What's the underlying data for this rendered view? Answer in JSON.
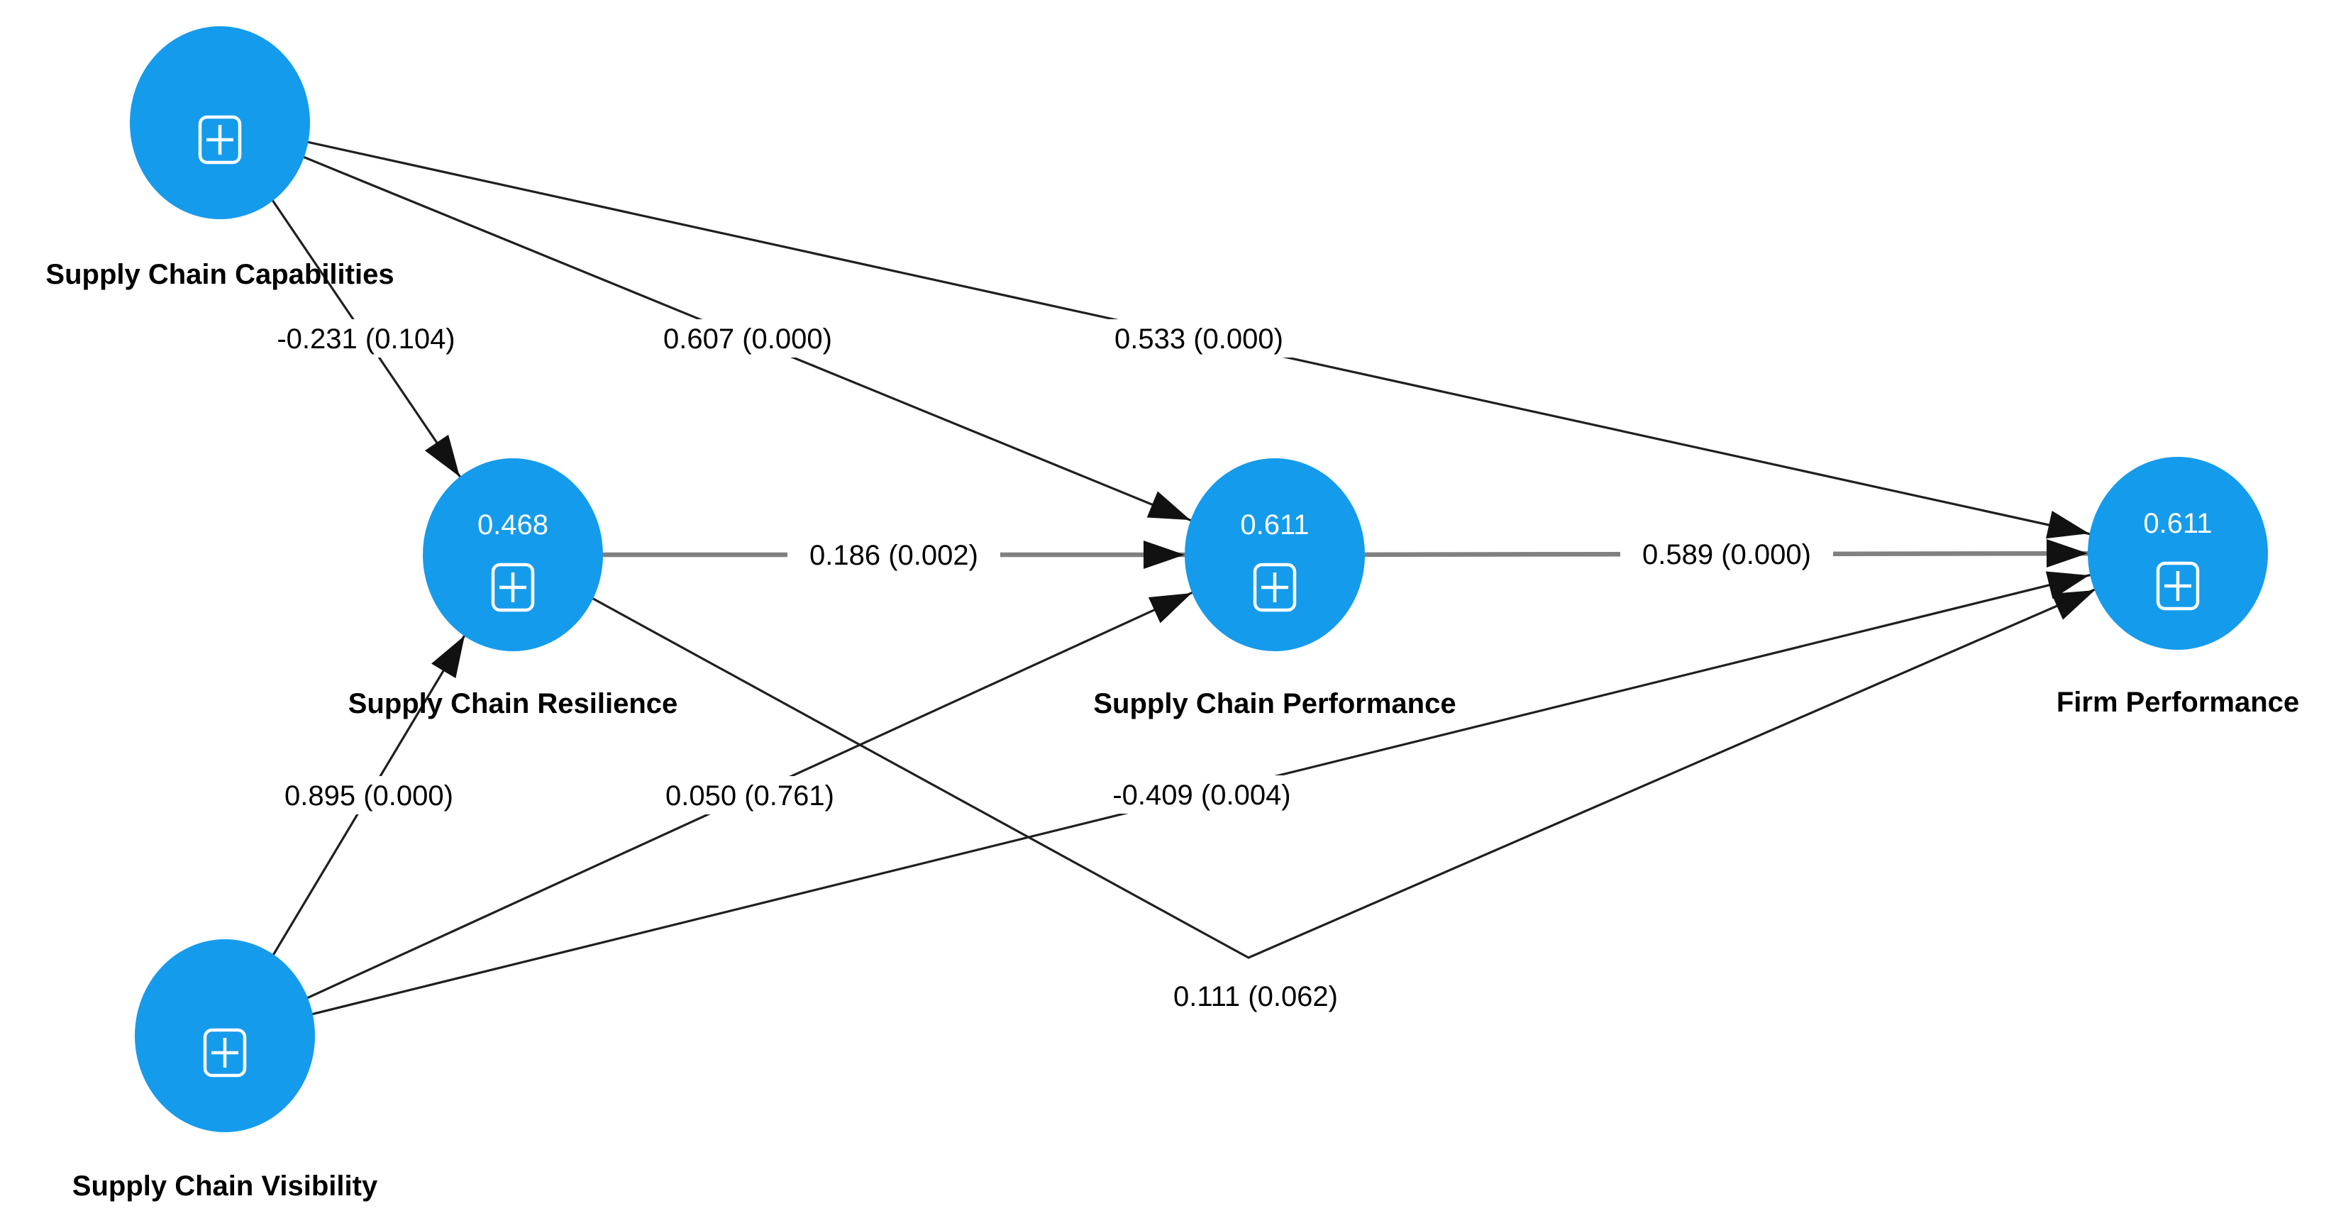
{
  "diagram_type": "structural-equation-model-path-diagram",
  "colors": {
    "background": "#ffffff",
    "node_fill": "#159BEC",
    "inner_path_line": "#808080",
    "outer_path_line": "#1f1f1f",
    "arrowhead": "#111111",
    "coefficient_text": "#000000",
    "r_squared_text": "#ffffff"
  },
  "nodes": [
    {
      "label": "Supply Chain Capabilities",
      "r2": "",
      "icon": "plus-expand-icon"
    },
    {
      "label": "Supply Chain Resilience",
      "r2": "0.468",
      "icon": "plus-expand-icon"
    },
    {
      "label": "Supply Chain Visibility",
      "r2": "",
      "icon": "plus-expand-icon"
    },
    {
      "label": "Supply Chain Performance",
      "r2": "0.611",
      "icon": "plus-expand-icon"
    },
    {
      "label": "Firm Performance",
      "r2": "0.611",
      "icon": "plus-expand-icon"
    }
  ],
  "paths": [
    {
      "from": "Supply Chain Capabilities",
      "to": "Supply Chain Resilience",
      "label": "-0.231 (0.104)"
    },
    {
      "from": "Supply Chain Capabilities",
      "to": "Supply Chain Performance",
      "label": "0.607 (0.000)"
    },
    {
      "from": "Supply Chain Capabilities",
      "to": "Firm Performance",
      "label": "0.533 (0.000)"
    },
    {
      "from": "Supply Chain Resilience",
      "to": "Supply Chain Performance",
      "label": "0.186 (0.002)"
    },
    {
      "from": "Supply Chain Performance",
      "to": "Firm Performance",
      "label": "0.589 (0.000)"
    },
    {
      "from": "Supply Chain Visibility",
      "to": "Supply Chain Resilience",
      "label": "0.895 (0.000)"
    },
    {
      "from": "Supply Chain Visibility",
      "to": "Supply Chain Performance",
      "label": "0.050 (0.761)"
    },
    {
      "from": "Supply Chain Visibility",
      "to": "Firm Performance",
      "label": "-0.409 (0.004)"
    },
    {
      "from": "Supply Chain Resilience",
      "to": "Firm Performance",
      "label": "0.111 (0.062)"
    }
  ]
}
